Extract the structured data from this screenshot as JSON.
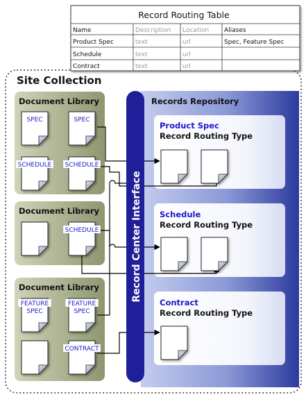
{
  "routing_table": {
    "title": "Record Routing Table",
    "headers": [
      "Name",
      "Description",
      "Location",
      "Aliases"
    ],
    "rows": [
      [
        "Product Spec",
        "text",
        "url",
        "Spec, Feature Spec"
      ],
      [
        "Schedule",
        "text",
        "url",
        ""
      ],
      [
        "Contract",
        "text",
        "url",
        ""
      ]
    ]
  },
  "site_collection": {
    "title": "Site Collection"
  },
  "libraries": [
    {
      "title": "Document Library",
      "docs": [
        "SPEC",
        "SPEC",
        "SCHEDULE",
        "SCHEDULE"
      ]
    },
    {
      "title": "Document Library",
      "docs": [
        "",
        "SCHEDULE"
      ]
    },
    {
      "title": "Document Library",
      "docs": [
        "FEATURE SPEC",
        "FEATURE SPEC",
        "",
        "CONTRACT"
      ]
    }
  ],
  "interface": {
    "label": "Record Center Interface"
  },
  "repository": {
    "title": "Records Repository",
    "types": [
      {
        "name": "Product Spec",
        "subtitle": "Record Routing Type"
      },
      {
        "name": "Schedule",
        "subtitle": "Record Routing Type"
      },
      {
        "name": "Contract",
        "subtitle": "Record Routing Type"
      }
    ]
  },
  "colors": {
    "blue_label": "#1a1acc",
    "interface_fill": "#1f1f99",
    "library_fill": "#a7b08a",
    "repository_fill": "#4a56b8",
    "table_border": "#333333"
  }
}
